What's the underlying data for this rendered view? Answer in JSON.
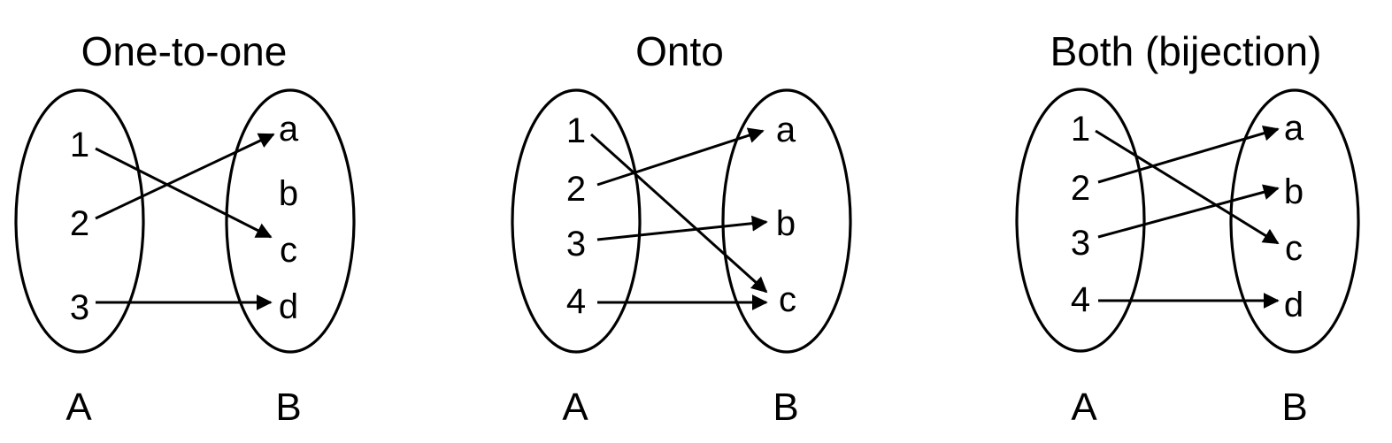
{
  "panels": [
    {
      "title": "One-to-one",
      "domain_label": "A",
      "codomain_label": "B",
      "domain": [
        "1",
        "2",
        "3"
      ],
      "codomain": [
        "a",
        "b",
        "c",
        "d"
      ],
      "mapping": [
        [
          "1",
          "c"
        ],
        [
          "2",
          "a"
        ],
        [
          "3",
          "d"
        ]
      ]
    },
    {
      "title": "Onto",
      "domain_label": "A",
      "codomain_label": "B",
      "domain": [
        "1",
        "2",
        "3",
        "4"
      ],
      "codomain": [
        "a",
        "b",
        "c"
      ],
      "mapping": [
        [
          "1",
          "c"
        ],
        [
          "2",
          "a"
        ],
        [
          "3",
          "b"
        ],
        [
          "4",
          "c"
        ]
      ]
    },
    {
      "title": "Both (bijection)",
      "domain_label": "A",
      "codomain_label": "B",
      "domain": [
        "1",
        "2",
        "3",
        "4"
      ],
      "codomain": [
        "a",
        "b",
        "c",
        "d"
      ],
      "mapping": [
        [
          "1",
          "c"
        ],
        [
          "2",
          "a"
        ],
        [
          "3",
          "b"
        ],
        [
          "4",
          "d"
        ]
      ]
    }
  ]
}
